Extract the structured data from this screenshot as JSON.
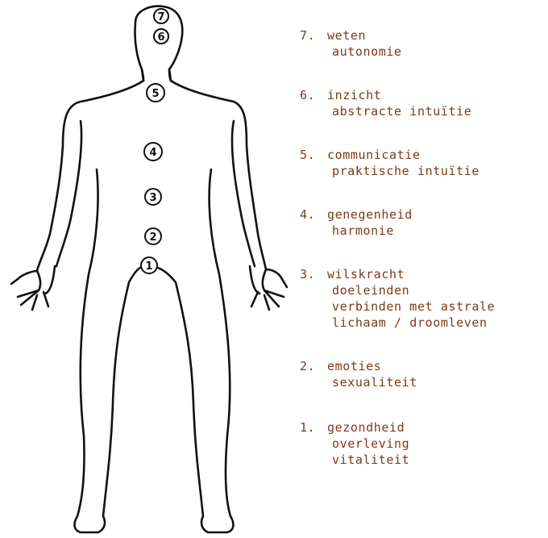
{
  "chakras": [
    {
      "number": "7",
      "lines": [
        "weten",
        "autonomie"
      ]
    },
    {
      "number": "6",
      "lines": [
        "inzicht",
        "abstracte intuïtie"
      ]
    },
    {
      "number": "5",
      "lines": [
        "communicatie",
        "praktische intuïtie"
      ]
    },
    {
      "number": "4",
      "lines": [
        "genegenheid",
        "harmonie"
      ]
    },
    {
      "number": "3",
      "lines": [
        "wilskracht",
        "doeleinden",
        "verbinden met astrale",
        "lichaam / droomleven"
      ]
    },
    {
      "number": "2",
      "lines": [
        "emoties",
        "sexualiteit"
      ]
    },
    {
      "number": "1",
      "lines": [
        "gezondheid",
        "overleving",
        "vitaliteit"
      ]
    }
  ],
  "colors": {
    "text": "#7a3a16",
    "outline": "#111111"
  }
}
